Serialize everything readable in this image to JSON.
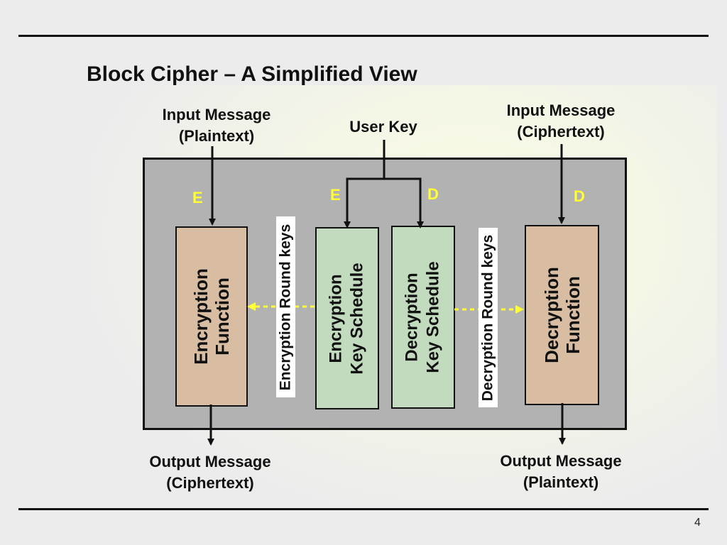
{
  "slide": {
    "title": "Block Cipher – A Simplified View",
    "page_number": "4"
  },
  "inputs": {
    "plaintext_line1": "Input Message",
    "plaintext_line2": "(Plaintext)",
    "ciphertext_line1": "Input Message",
    "ciphertext_line2": "(Ciphertext)",
    "user_key": "User Key"
  },
  "outputs": {
    "ciphertext_line1": "Output Message",
    "ciphertext_line2": "(Ciphertext)",
    "plaintext_line1": "Output Message",
    "plaintext_line2": "(Plaintext)"
  },
  "markers": {
    "e_left": "E",
    "e_center": "E",
    "d_center": "D",
    "d_right": "D"
  },
  "blocks": {
    "encryption_function": {
      "line1": "Encryption",
      "line2": "Function"
    },
    "encryption_key_schedule": {
      "line1": "Encryption",
      "line2": "Key Schedule"
    },
    "decryption_key_schedule": {
      "line1": "Decryption",
      "line2": "Key Schedule"
    },
    "decryption_function": {
      "line1": "Decryption",
      "line2": "Function"
    }
  },
  "round_keys": {
    "encryption": "Encryption Round keys",
    "decryption": "Decryption Round keys"
  },
  "colors": {
    "panel": "#b2b2b2",
    "function_box": "#d8bda3",
    "key_schedule_box": "#c2dbbf",
    "marker_text": "#ffff33",
    "dotted_arrow": "#ffff33"
  }
}
